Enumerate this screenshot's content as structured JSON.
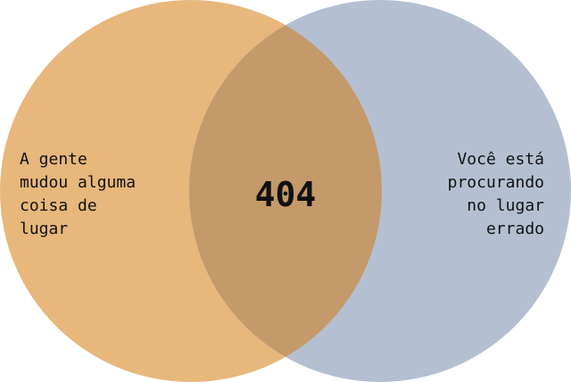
{
  "colors": {
    "left_circle": "#e7b77c",
    "right_circle": "#b4c0d2",
    "intersection": "#c49a6a",
    "text": "#111111",
    "background": "#ffffff"
  },
  "diagram": {
    "left_set_label": "A gente\nmudou alguma\ncoisa de\nlugar",
    "right_set_label": "Você está\nprocurando\nno lugar\nerrado",
    "intersection_label": "404"
  }
}
